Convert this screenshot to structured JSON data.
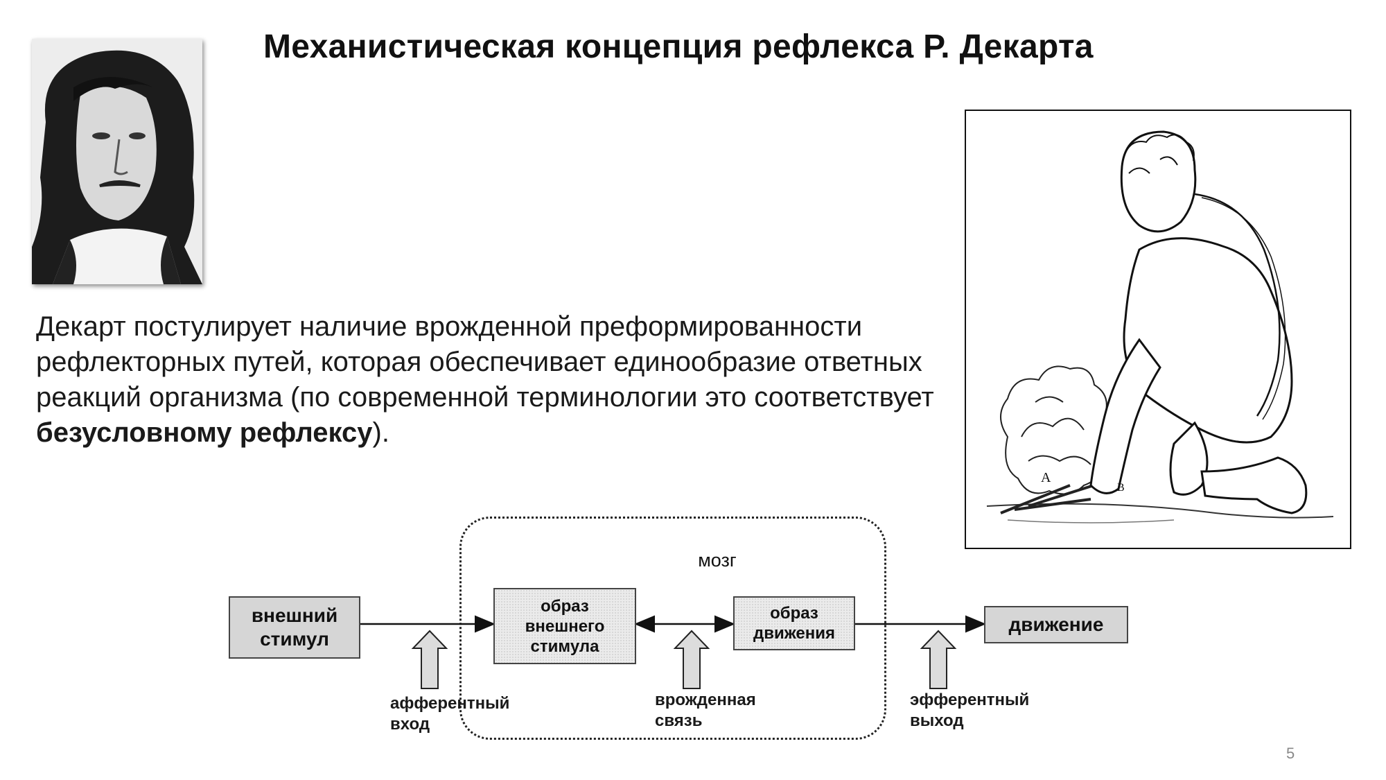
{
  "slide": {
    "title": "Механистическая концепция рефлекса Р. Декарта",
    "page_number": "5"
  },
  "body": {
    "text_before": " Декарт постулирует наличие врожденной преформированности рефлекторных путей, которая обеспечивает единообразие ответных реакций организма (по современной терминологии это соответствует ",
    "text_bold": "безусловному рефлексу",
    "text_after": ")."
  },
  "illustration": {
    "label_a": "A",
    "label_b": "B"
  },
  "diagram": {
    "brain_label": "мозг",
    "stimulus_label_1": "внешний",
    "stimulus_label_2": "стимул",
    "image_stimulus_1": "образ",
    "image_stimulus_2": "внешнего",
    "image_stimulus_3": "стимула",
    "image_motion_1": "образ",
    "image_motion_2": "движения",
    "motion_label": "движение",
    "afferent_1": "афферентный",
    "afferent_2": "вход",
    "innate_1": "врожденная",
    "innate_2": "связь",
    "efferent_1": "эфферентный",
    "efferent_2": "выход"
  }
}
